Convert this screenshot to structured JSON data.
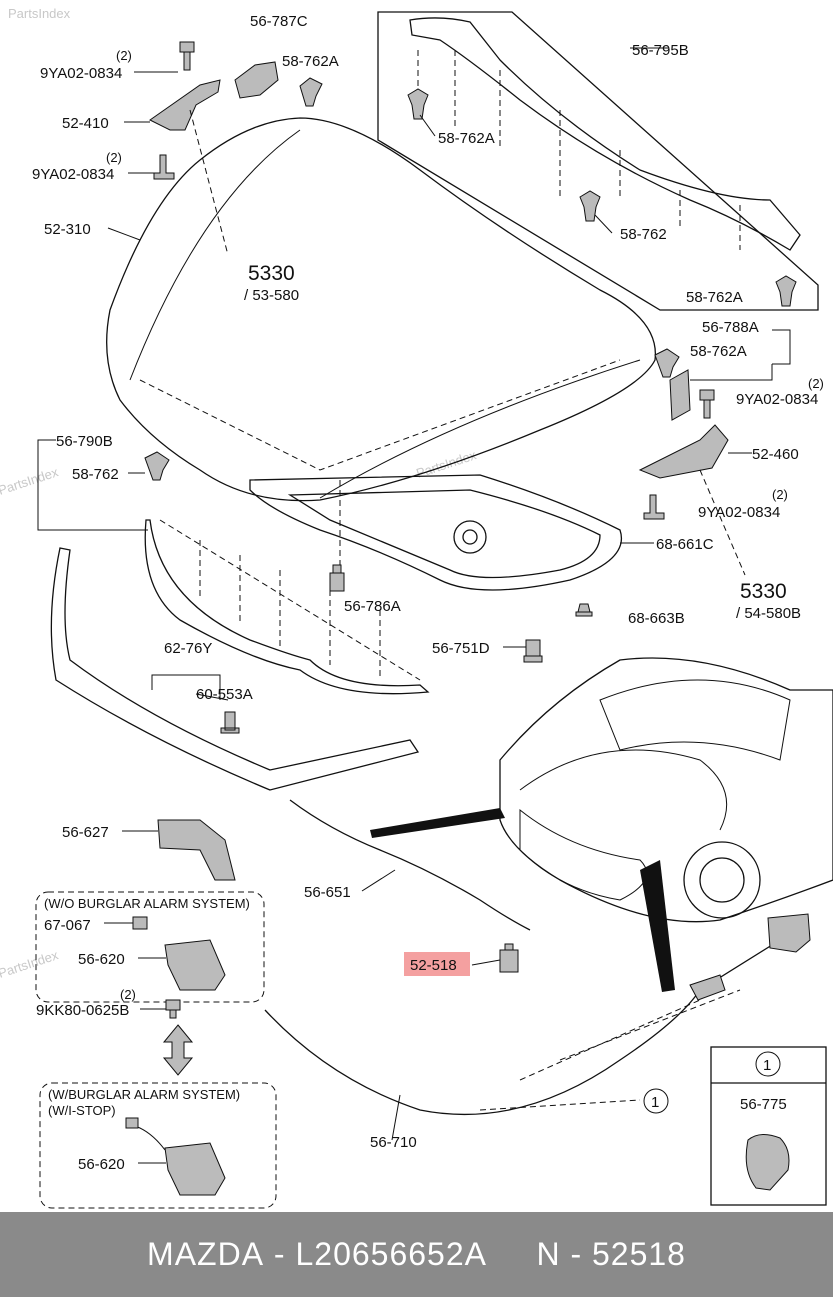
{
  "labels": {
    "l_56787C": "56-787C",
    "l_58762A_top": "58-762A",
    "l_56795B": "56-795B",
    "l_qty_1": "(2)",
    "l_9YA02_1": "9YA02-0834",
    "l_52410": "52-410",
    "l_qty_2": "(2)",
    "l_9YA02_2": "9YA02-0834",
    "l_58762A_2": "58-762A",
    "l_52310": "52-310",
    "l_58762_1": "58-762",
    "l_5330_a": "5330",
    "l_53580": "/ 53-580",
    "l_58762A_3": "58-762A",
    "l_56788A": "56-788A",
    "l_58762A_4": "58-762A",
    "l_qty_3": "(2)",
    "l_9YA02_3": "9YA02-0834",
    "l_56790B": "56-790B",
    "l_58762_2": "58-762",
    "l_52460": "52-460",
    "l_qty_4": "(2)",
    "l_9YA02_4": "9YA02-0834",
    "l_68661C": "68-661C",
    "l_5330_b": "5330",
    "l_54580B": "/ 54-580B",
    "l_56786A": "56-786A",
    "l_68663B": "68-663B",
    "l_56751D": "56-751D",
    "l_6276Y": "62-76Y",
    "l_60553A": "60-553A",
    "l_56627": "56-627",
    "l_56651": "56-651",
    "l_wo_alarm": "(W/O BURGLAR ALARM SYSTEM)",
    "l_67067": "67-067",
    "l_56620_a": "56-620",
    "l_52518": "52-518",
    "l_qty_5": "(2)",
    "l_9KK80": "9KK80-0625B",
    "l_w_alarm_1": "(W/BURGLAR ALARM SYSTEM)",
    "l_w_alarm_2": "(W/I-STOP)",
    "l_56620_b": "56-620",
    "l_56710": "56-710",
    "l_circle_1": "1",
    "l_inset_num": "1",
    "l_56775": "56-775"
  },
  "watermarks": [
    "PartsIndex",
    "PartsIndex",
    "PartsIndex",
    "PartsIndex"
  ],
  "highlight_color": "#f4a0a0",
  "footer": {
    "brand": "MAZDA",
    "sep1": " - ",
    "oem": "L20656652A",
    "gap": "     ",
    "n_prefix": "N",
    "sep2": " - ",
    "n_number": "52518"
  }
}
